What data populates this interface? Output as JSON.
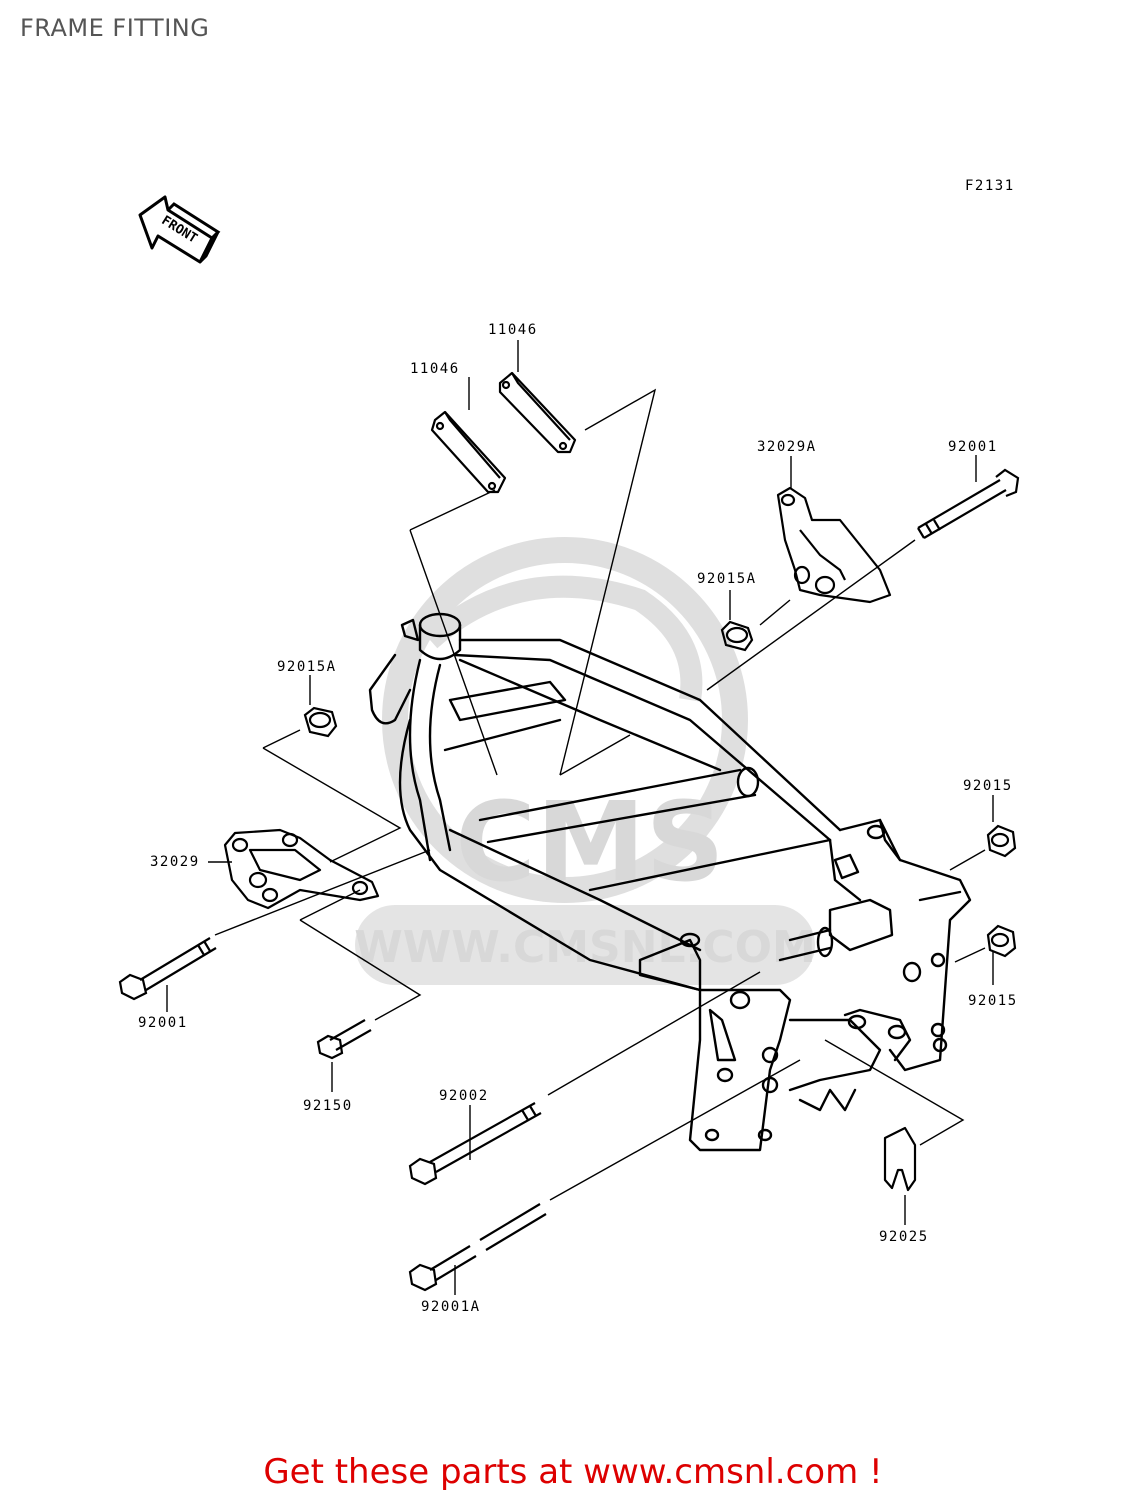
{
  "title": "FRAME FITTING",
  "figure_code": "F2131",
  "front_label": "FRONT",
  "watermark": {
    "logo_text": "CMS",
    "url_text": "WWW.CMSNL.COM"
  },
  "parts": [
    {
      "id": "p1",
      "number": "11046"
    },
    {
      "id": "p2",
      "number": "11046"
    },
    {
      "id": "p3",
      "number": "32029A"
    },
    {
      "id": "p4",
      "number": "92001"
    },
    {
      "id": "p5",
      "number": "92015A"
    },
    {
      "id": "p6",
      "number": "92015A"
    },
    {
      "id": "p7",
      "number": "92015"
    },
    {
      "id": "p8",
      "number": "32029"
    },
    {
      "id": "p9",
      "number": "92015"
    },
    {
      "id": "p10",
      "number": "92001"
    },
    {
      "id": "p11",
      "number": "92150"
    },
    {
      "id": "p12",
      "number": "92002"
    },
    {
      "id": "p13",
      "number": "92025"
    },
    {
      "id": "p14",
      "number": "92001A"
    }
  ],
  "footer": {
    "text": "Get these parts at www.cmsnl.com !"
  },
  "colors": {
    "footer": "#dd0000",
    "title": "#555555",
    "watermark": "#d4d4d4"
  }
}
